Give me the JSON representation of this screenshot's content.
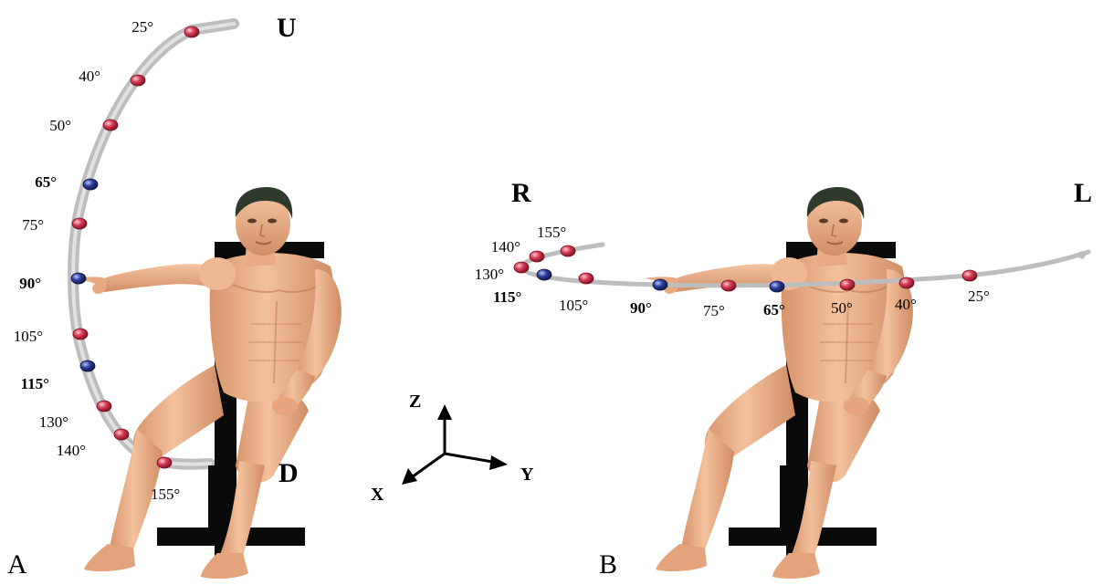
{
  "panels": {
    "a": {
      "label": "A",
      "direction_upper": "U",
      "direction_lower": "D",
      "markers": [
        {
          "angle": "25°",
          "color": "red",
          "bold": false
        },
        {
          "angle": "40°",
          "color": "red",
          "bold": false
        },
        {
          "angle": "50°",
          "color": "red",
          "bold": false
        },
        {
          "angle": "65°",
          "color": "blue",
          "bold": true
        },
        {
          "angle": "75°",
          "color": "red",
          "bold": false
        },
        {
          "angle": "90°",
          "color": "blue",
          "bold": true
        },
        {
          "angle": "105°",
          "color": "red",
          "bold": false
        },
        {
          "angle": "115°",
          "color": "blue",
          "bold": true
        },
        {
          "angle": "130°",
          "color": "red",
          "bold": false
        },
        {
          "angle": "140°",
          "color": "red",
          "bold": false
        },
        {
          "angle": "155°",
          "color": "red",
          "bold": false
        }
      ]
    },
    "b": {
      "label": "B",
      "direction_right": "R",
      "direction_left": "L",
      "markers": [
        {
          "angle": "155°",
          "color": "red",
          "bold": false
        },
        {
          "angle": "140°",
          "color": "red",
          "bold": false
        },
        {
          "angle": "130°",
          "color": "red",
          "bold": false
        },
        {
          "angle": "115°",
          "color": "blue",
          "bold": true
        },
        {
          "angle": "105°",
          "color": "red",
          "bold": false
        },
        {
          "angle": "90°",
          "color": "blue",
          "bold": true
        },
        {
          "angle": "75°",
          "color": "red",
          "bold": false
        },
        {
          "angle": "65°",
          "color": "blue",
          "bold": true
        },
        {
          "angle": "50°",
          "color": "red",
          "bold": false
        },
        {
          "angle": "40°",
          "color": "red",
          "bold": false
        },
        {
          "angle": "25°",
          "color": "red",
          "bold": false
        }
      ]
    }
  },
  "axes": {
    "z": "Z",
    "x": "X",
    "y": "Y"
  },
  "colors": {
    "red_marker": "#d63a55",
    "blue_marker": "#2c3f9a",
    "arc": "#c8c8c8",
    "skin": "#eeb28a",
    "skin_shadow": "#c98a65",
    "chair": "#0a0a0a",
    "hair": "#2f3a2c"
  }
}
